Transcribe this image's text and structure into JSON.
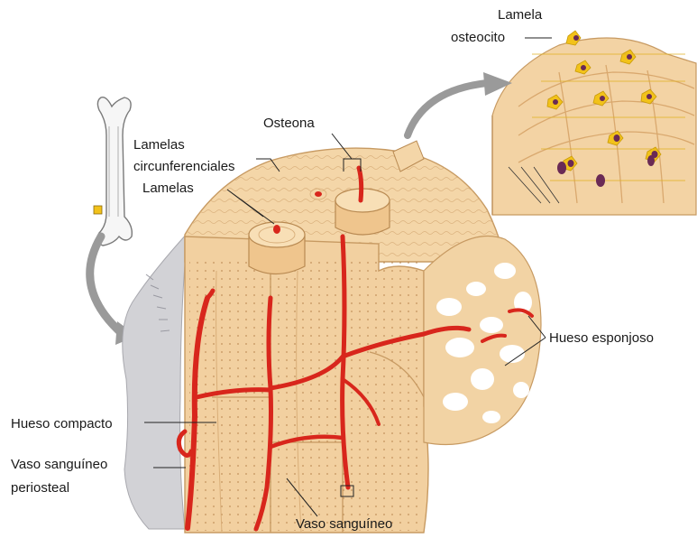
{
  "labels": {
    "lamela": "Lamela",
    "osteocito": "osteocito",
    "osteona": "Osteona",
    "lamelas_circunferenciales_line1": "Lamelas",
    "lamelas_circunferenciales_line2": "circunferenciales",
    "lamelas": "Lamelas",
    "hueso_esponjoso": "Hueso esponjoso",
    "hueso_compacto": "Hueso compacto",
    "vaso_sanguineo_periosteal_line1": "Vaso sanguíneo",
    "vaso_sanguineo_periosteal_line2": "periosteal",
    "vaso_sanguineo": "Vaso sanguíneo"
  },
  "colors": {
    "bone": "#f3d3a4",
    "bone_dark": "#d9a86e",
    "bone_light": "#fae6c6",
    "vessel": "#d8261c",
    "periosteum": "#c9c9cc",
    "osteocyte": "#f2c21a",
    "nucleus": "#6a2a55",
    "arrow": "#8a8a8a",
    "leader": "#222222"
  },
  "icons": [
    "bone-icon",
    "magnify-arrow-icon"
  ]
}
